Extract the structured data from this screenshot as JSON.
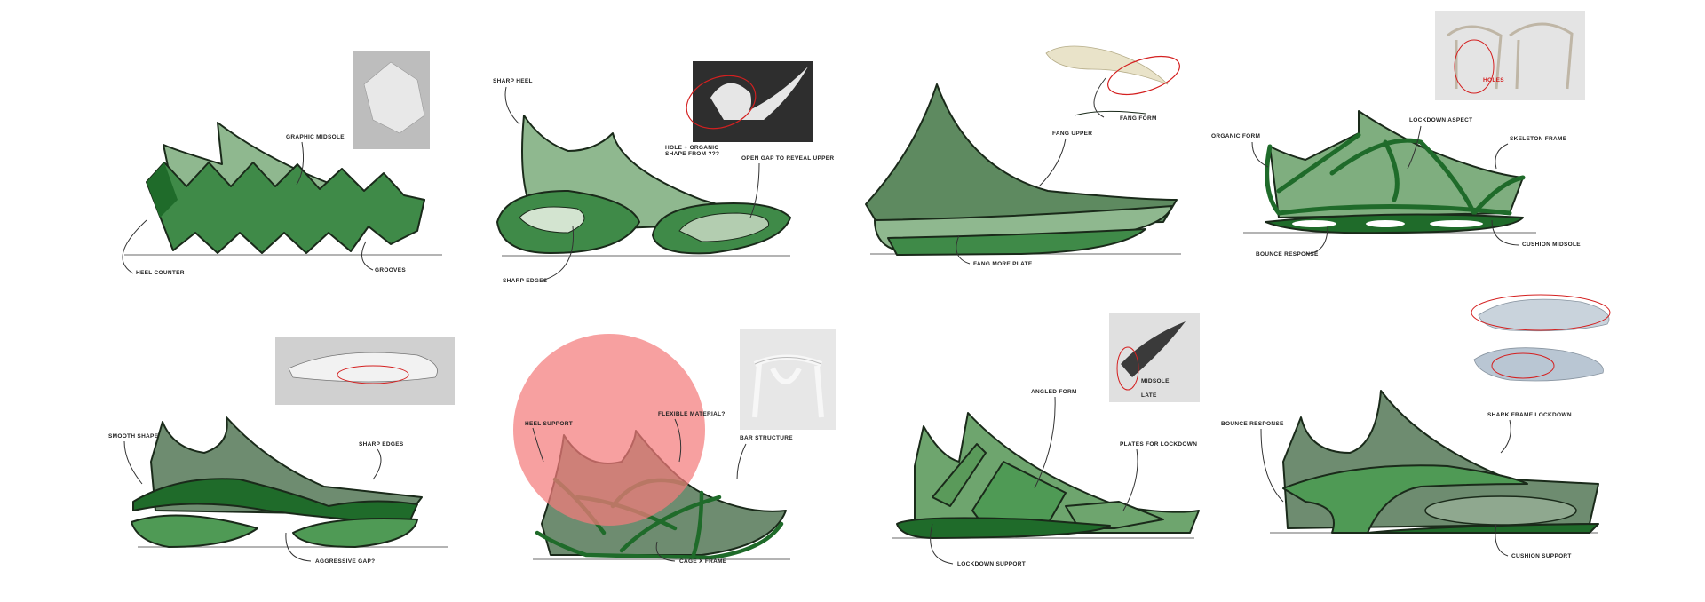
{
  "sheet": {
    "panels": [
      {
        "labels": [
          "GRAPHIC MIDSOLE",
          "HEEL COUNTER",
          "GROOVES"
        ]
      },
      {
        "labels": [
          "SHARP HEEL",
          "HOLE + ORGANIC",
          "SHAPE FROM ???",
          "OPEN GAP TO REVEAL UPPER",
          "SHARP EDGES"
        ]
      },
      {
        "labels": [
          "FANG FORM",
          "FANG UPPER",
          "FANG MORE PLATE"
        ]
      },
      {
        "labels": [
          "ORGANIC FORM",
          "LOCKDOWN ASPECT",
          "SKELETON FRAME",
          "BOUNCE RESPONSE",
          "CUSHION MIDSOLE",
          "HOLES"
        ]
      },
      {
        "labels": [
          "SMOOTH SHAPE",
          "SHARP EDGES",
          "AGGRESSIVE GAP?"
        ]
      },
      {
        "labels": [
          "HEEL SUPPORT",
          "FLEXIBLE MATERIAL?",
          "BAR STRUCTURE",
          "CAGE X FRAME"
        ]
      },
      {
        "labels": [
          "ANGLED FORM",
          "PLATES FOR LOCKDOWN",
          "LOCKDOWN SUPPORT",
          "MIDSOLE",
          "LATE"
        ]
      },
      {
        "labels": [
          "BOUNCE RESPONSE",
          "SHARK FRAME LOCKDOWN",
          "CUSHION SUPPORT"
        ]
      }
    ]
  },
  "colors": {
    "dark_green": "#1f6b2a",
    "mid_green": "#3f8a48",
    "light_green": "#8fb88f",
    "grey_green": "#6e8c70",
    "highlight_red": "#f47b7b",
    "annotation_red": "#d42020"
  }
}
